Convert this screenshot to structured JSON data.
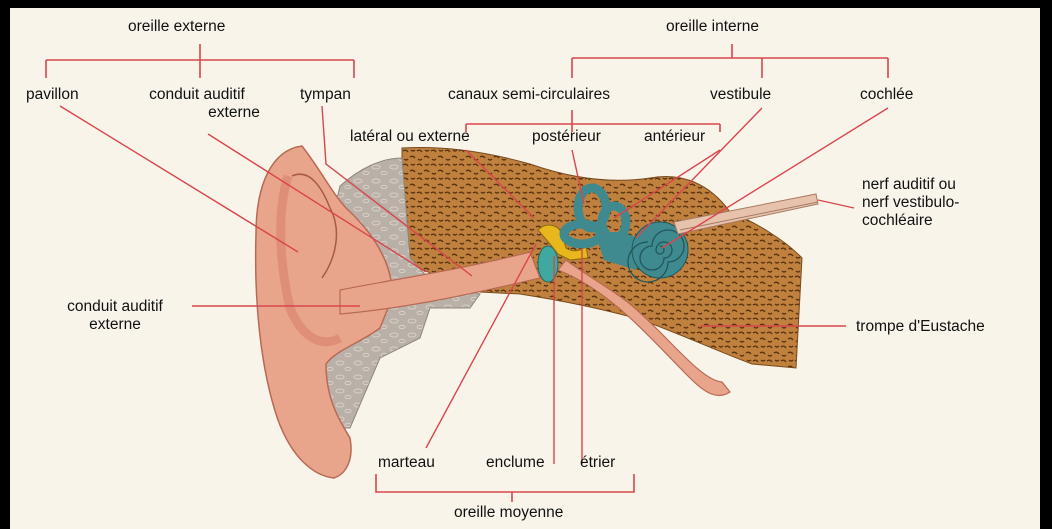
{
  "labels": {
    "oreille_externe": "oreille externe",
    "oreille_interne": "oreille interne",
    "oreille_moyenne": "oreille moyenne",
    "pavillon": "pavillon",
    "conduit_auditif_top_1": "conduit auditif",
    "conduit_auditif_top_2": "externe",
    "tympan": "tympan",
    "canaux": "canaux semi-circulaires",
    "vestibule": "vestibule",
    "cochlee": "cochlée",
    "lateral": "latéral ou externe",
    "posterieur": "postérieur",
    "anterieur": "antérieur",
    "nerf_1": "nerf auditif ou",
    "nerf_2": "nerf vestibulo-",
    "nerf_3": "cochléaire",
    "conduit_auditif_left_1": "conduit auditif",
    "conduit_auditif_left_2": "externe",
    "trompe": "trompe d'Eustache",
    "marteau": "marteau",
    "enclume": "enclume",
    "etrier": "étrier"
  },
  "colors": {
    "background": "#f8f4ea",
    "leader_lines": "#d9464d",
    "skin": "#e9a58c",
    "skin_dark": "#d9806a",
    "cartilage": "#b9b1a8",
    "bone": "#c0813e",
    "inner_ear": "#3f8a8e",
    "ossicle": "#e8b71c"
  }
}
